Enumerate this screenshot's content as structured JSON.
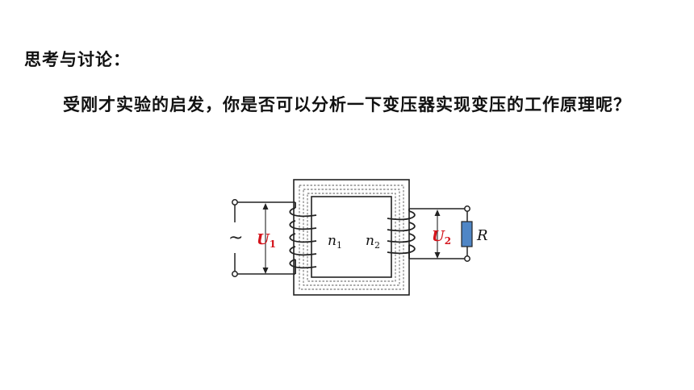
{
  "heading": "思考与讨论：",
  "question": "受刚才实验的启发，你是否可以分析一下变压器实现变压的工作原理呢？",
  "diagram": {
    "ac_source_symbol": "~",
    "primary_voltage": {
      "symbol": "U",
      "subscript": "1"
    },
    "secondary_voltage": {
      "symbol": "U",
      "subscript": "2"
    },
    "primary_turns": {
      "symbol": "n",
      "subscript": "1"
    },
    "secondary_turns": {
      "symbol": "n",
      "subscript": "2"
    },
    "load_resistor": "R",
    "colors": {
      "voltage_label": "#d4141c",
      "resistor_fill": "#4f86c6",
      "wire": "#222222"
    }
  }
}
